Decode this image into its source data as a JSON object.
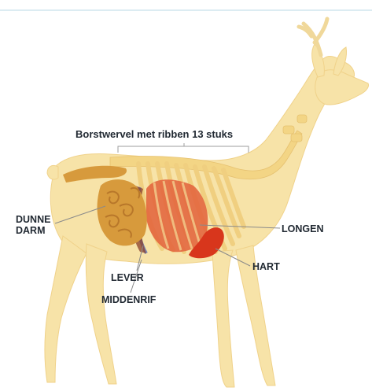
{
  "diagram": {
    "title": "Borstwervel met ribben 13 stuks",
    "labels": {
      "dunne_darm_line1": "DUNNE",
      "dunne_darm_line2": "DARM",
      "longen": "LONGEN",
      "hart": "HART",
      "lever": "LEVER",
      "middenrif": "MIDDENRIF"
    },
    "colors": {
      "body": "#f5dd9a",
      "skeleton": "#f2d27d",
      "intestine": "#d79a3c",
      "lungs": "#e2643c",
      "heart": "#d8361c",
      "diaphragm": "#6f7fb8",
      "leader_line": "#8a8a8a"
    }
  }
}
